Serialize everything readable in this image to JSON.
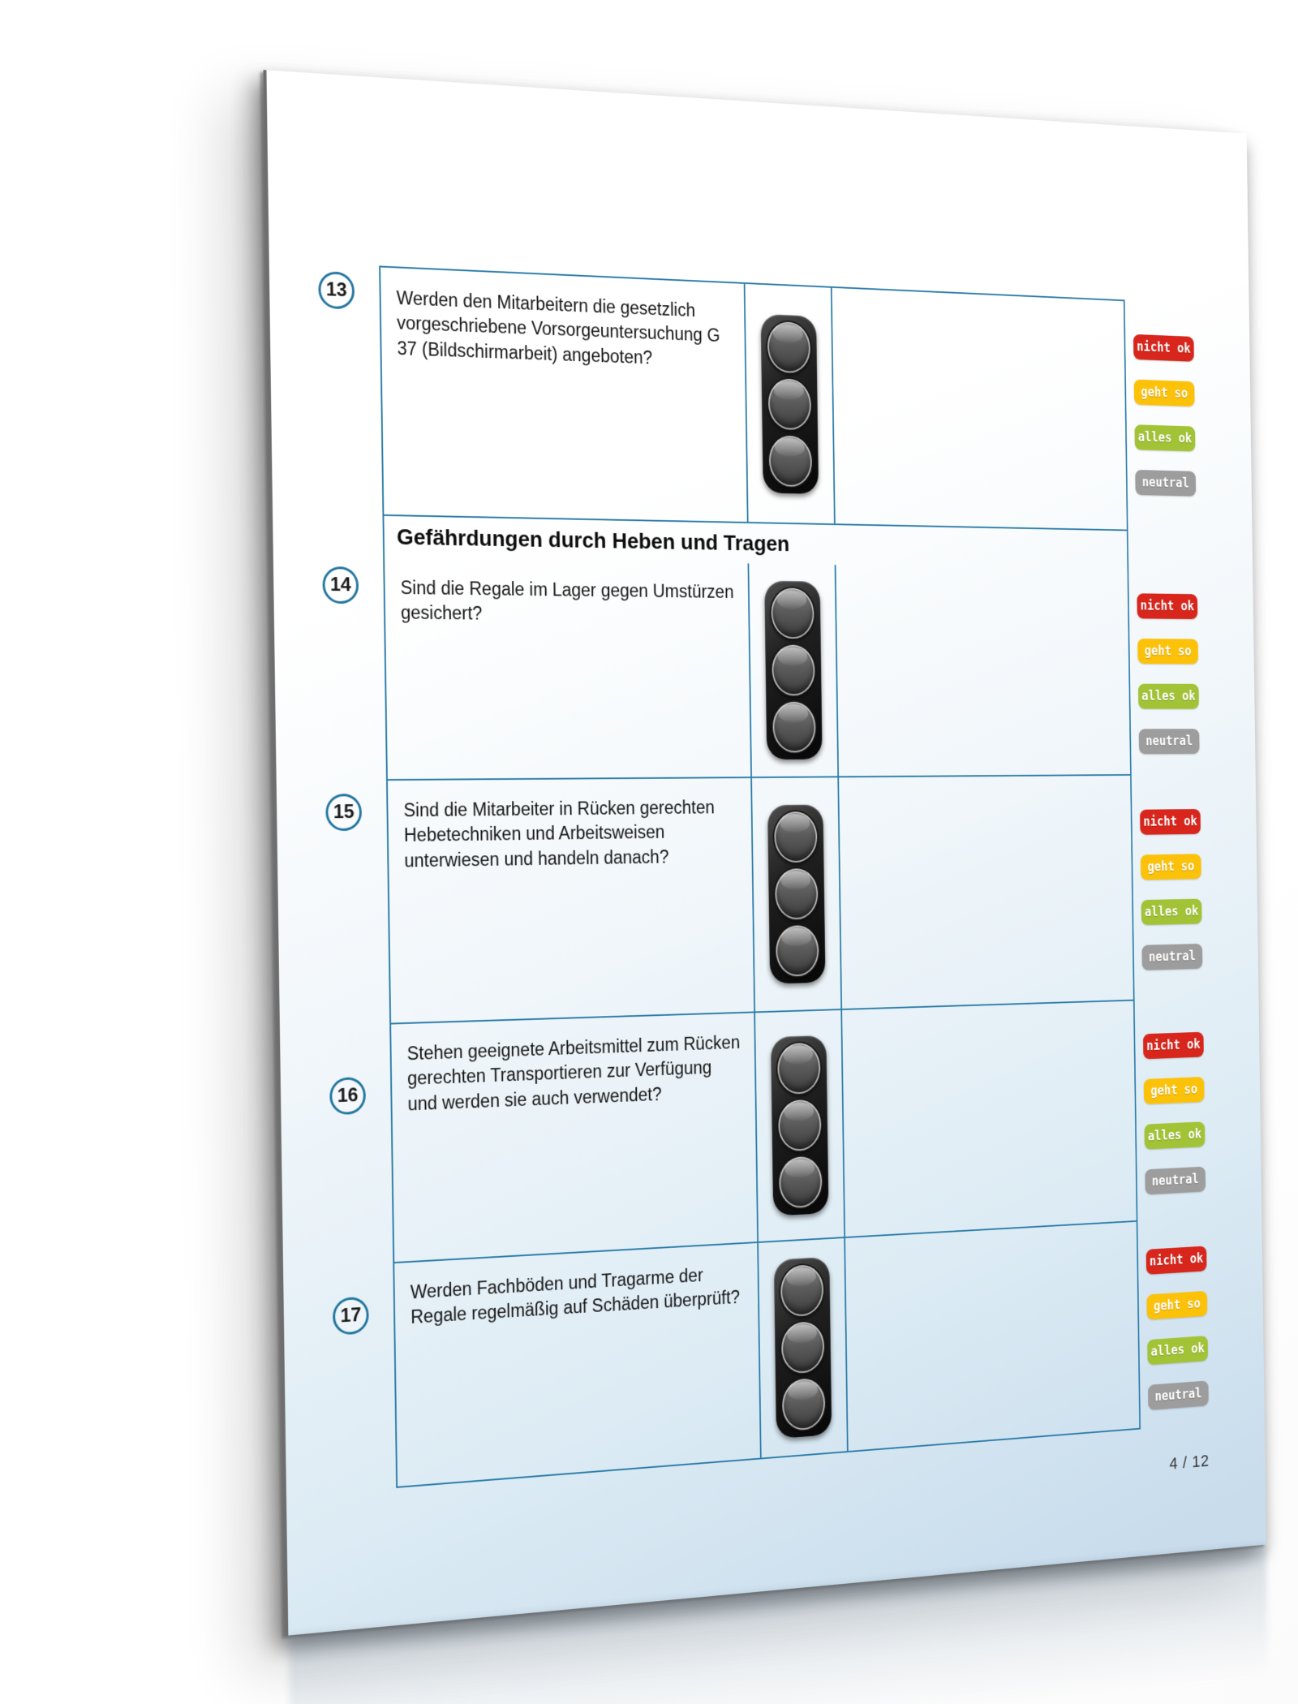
{
  "document": {
    "page_indicator": "4 / 12",
    "section_header": "Gefährdungen durch Heben und Tragen",
    "rating_labels": {
      "nicht_ok": "nicht ok",
      "geht_so": "geht so",
      "alles_ok": "alles ok",
      "neutral": "neutral"
    },
    "rating_colors": {
      "nicht_ok": "#d8261c",
      "geht_so": "#fcc20a",
      "alles_ok": "#a2c335",
      "neutral": "#9d9d9d"
    },
    "table_border_color": "#2b7ca8",
    "items": [
      {
        "number": "13",
        "question": "Werden den Mitarbeitern die gesetzlich vorgeschriebene Vorsorgeuntersuchung G 37 (Bildschirmarbeit) angeboten?"
      },
      {
        "number": "14",
        "question": "Sind die Regale im Lager gegen Umstürzen gesichert?"
      },
      {
        "number": "15",
        "question": "Sind die Mitarbeiter in Rücken gerechten Hebetechniken und Arbeitsweisen unterwiesen und handeln danach?"
      },
      {
        "number": "16",
        "question": "Stehen geeignete Arbeitsmittel zum Rücken gerechten Transportieren zur Verfügung und werden sie auch verwendet?"
      },
      {
        "number": "17",
        "question": "Werden Fachböden und Tragarme der Regale regelmäßig auf Schäden überprüft?"
      }
    ]
  }
}
